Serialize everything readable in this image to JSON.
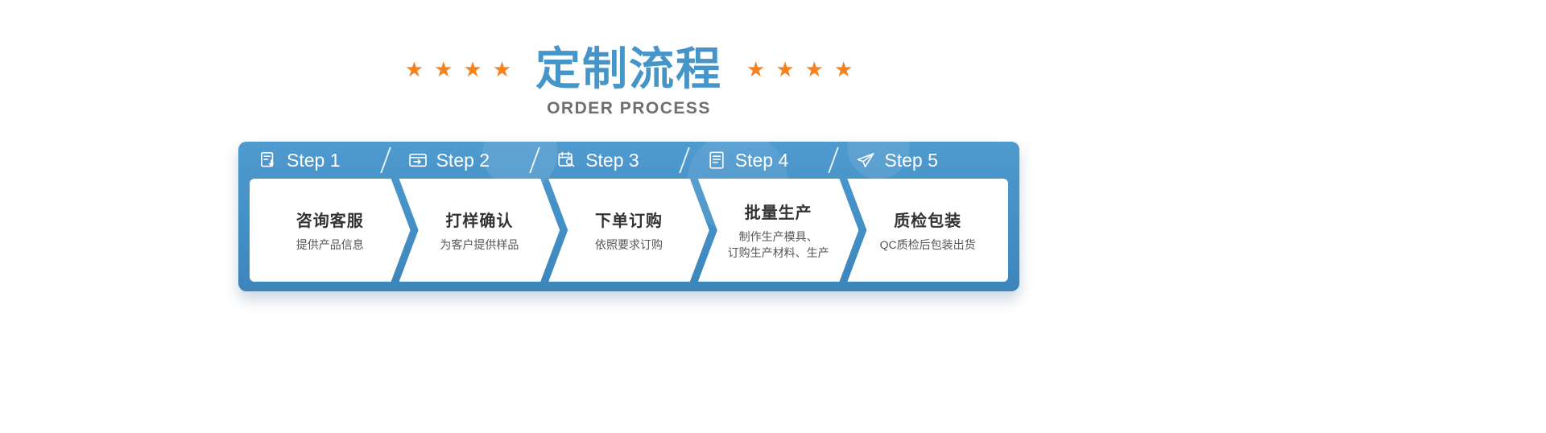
{
  "header": {
    "title": "定制流程",
    "subtitle": "ORDER PROCESS",
    "star_glyph": "★",
    "colors": {
      "title": "#4595c8",
      "star": "#f58220",
      "subtitle": "#6f6f6f"
    }
  },
  "panel": {
    "colors": {
      "panel_blue_top": "#4f9ace",
      "panel_blue_bottom": "#3d85ba",
      "step_background": "#ffffff",
      "step_title_text": "#333333",
      "step_desc_text": "#555555",
      "header_text": "#ffffff"
    },
    "steps": [
      {
        "label": "Step 1",
        "icon": "form-download-icon",
        "title": "咨询客服",
        "desc": "提供产品信息"
      },
      {
        "label": "Step 2",
        "icon": "wallet-arrow-icon",
        "title": "打样确认",
        "desc": "为客户提供样品"
      },
      {
        "label": "Step 3",
        "icon": "calendar-search-icon",
        "title": "下单订购",
        "desc": "依照要求订购"
      },
      {
        "label": "Step 4",
        "icon": "invoice-list-icon",
        "title": "批量生产",
        "desc": "制作生产模具、\n订购生产材料、生产"
      },
      {
        "label": "Step 5",
        "icon": "airplane-icon",
        "title": "质检包装",
        "desc": "QC质检后包装出货"
      }
    ]
  }
}
